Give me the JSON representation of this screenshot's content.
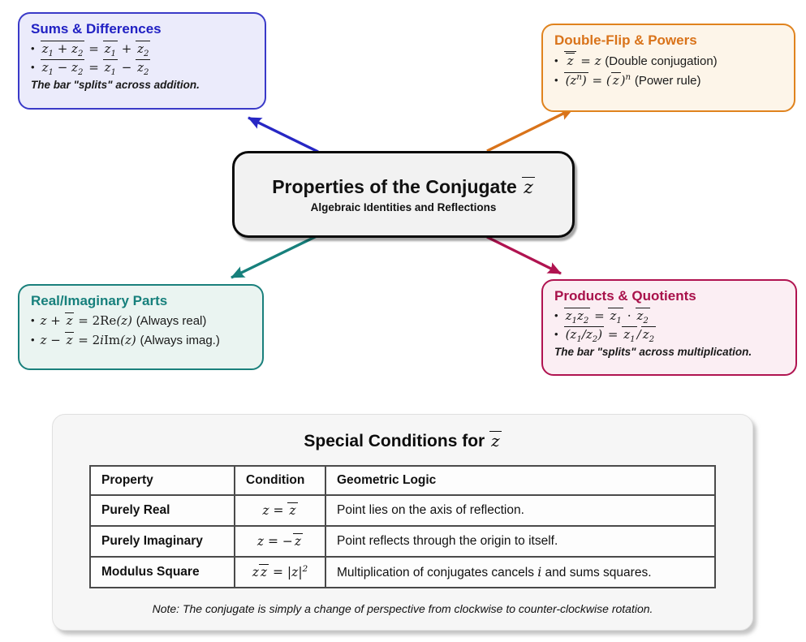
{
  "palette": {
    "blue": "#2727c4",
    "orange": "#d9731a",
    "teal": "#17807c",
    "crimson": "#b01350",
    "blue_bg": "#ebebfb",
    "orange_bg": "#fdf5e9",
    "teal_bg": "#eaf4f1",
    "crimson_bg": "#fbeef3",
    "center_bg": "#f2f2f2",
    "center_border": "#0a0a0a",
    "panel_bg": "#f6f6f6"
  },
  "center": {
    "title": "Properties of the Conjugate",
    "title_math": "\\o{z}",
    "subtitle": "Algebraic Identities and Reflections"
  },
  "nodes": {
    "sums": {
      "title": "Sums & Differences",
      "bullets": [
        "\\o{z_1 + z_2} = \\o{z_1} + \\o{z_2}",
        "\\o{z_1 − z_2} = \\o{z_1} − \\o{z_2}"
      ],
      "footer": "The bar \"splits\" across addition."
    },
    "powers": {
      "title": "Double-Flip & Powers",
      "bullets": [
        "\\o{\\o{z}} = z \\t{(Double conjugation)}",
        "\\o{(z^n)} = (\\o{z})^n \\t{(Power rule)}"
      ]
    },
    "parts": {
      "title": "Real/Imaginary Parts",
      "bullets": [
        "z + \\o{z} = \\r{2Re}(z) \\t{(Always real)}",
        "z − \\o{z} = \\r{2}i\\r{Im}(z) \\t{(Always imag.)}"
      ]
    },
    "products": {
      "title": "Products & Quotients",
      "bullets": [
        "\\o{z_1z_2} = \\o{z_1} ⋅ \\o{z_2}",
        "\\o{(z_1/z_2)} = \\o{z_1}/\\o{z_2}"
      ],
      "footer": "The bar \"splits\" across multiplication."
    }
  },
  "panel": {
    "title": "Special Conditions for",
    "title_math": "\\o{z}",
    "table": {
      "headers": [
        "Property",
        "Condition",
        "Geometric Logic"
      ],
      "rows": [
        {
          "property": "Purely Real",
          "condition": "z = \\o{z}",
          "logic": "Point lies on the axis of reflection."
        },
        {
          "property": "Purely Imaginary",
          "condition": "z = −\\o{z}",
          "logic": "Point reflects through the origin to itself."
        },
        {
          "property": "Modulus Square",
          "condition": "z\\o{z} = |z|^2",
          "logic": "Multiplication of conjugates cancels \\m{i} and sums squares."
        }
      ]
    },
    "note": "Note: The conjugate is simply a change of perspective from clockwise to counter-clockwise rotation."
  }
}
